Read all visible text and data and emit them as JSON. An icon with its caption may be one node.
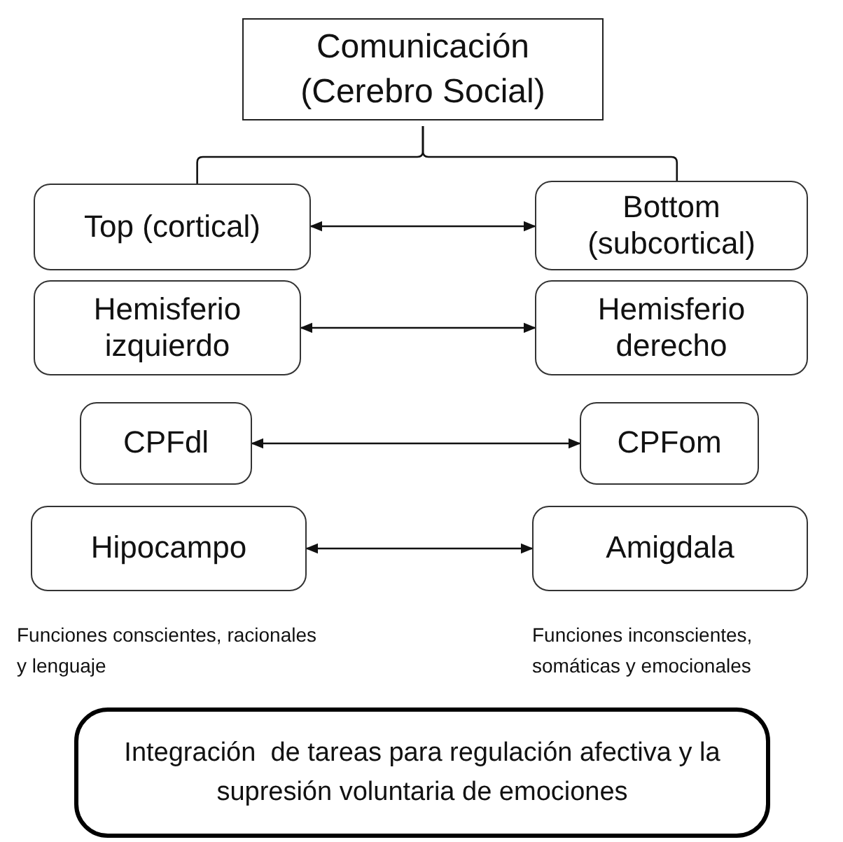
{
  "diagram": {
    "nodes": [
      {
        "text": [
          "Comunicación (Cerebro Social)"
        ]
      },
      {
        "text": [
          "Top (cortical)"
        ]
      },
      {
        "text": [
          "Bottom (subcortical)"
        ]
      },
      {
        "text": [
          "Hemisferio izquierdo"
        ]
      },
      {
        "text": [
          "Hemisferio derecho"
        ]
      },
      {
        "text": [
          "CPFdl"
        ]
      },
      {
        "text": [
          "CPFom"
        ]
      },
      {
        "text": [
          "Hipocampo"
        ]
      },
      {
        "text": [
          "Amigdala"
        ]
      },
      {
        "text": [
          "Integración  de tareas para regulación afectiva y la supresión voluntaria de emociones"
        ]
      }
    ],
    "edges": [
      {
        "from": 0,
        "to": 1,
        "arrow": "none"
      },
      {
        "from": 0,
        "to": 2,
        "arrow": "none"
      },
      {
        "from": 1,
        "to": 2,
        "arrow": "both"
      },
      {
        "from": 3,
        "to": 4,
        "arrow": "both"
      },
      {
        "from": 5,
        "to": 6,
        "arrow": "both"
      },
      {
        "from": 7,
        "to": 8,
        "arrow": "both"
      }
    ],
    "labels": [
      "Funciones conscientes, racionales y lenguaje",
      "Funciones inconscientes, somáticas y emocionales"
    ]
  }
}
